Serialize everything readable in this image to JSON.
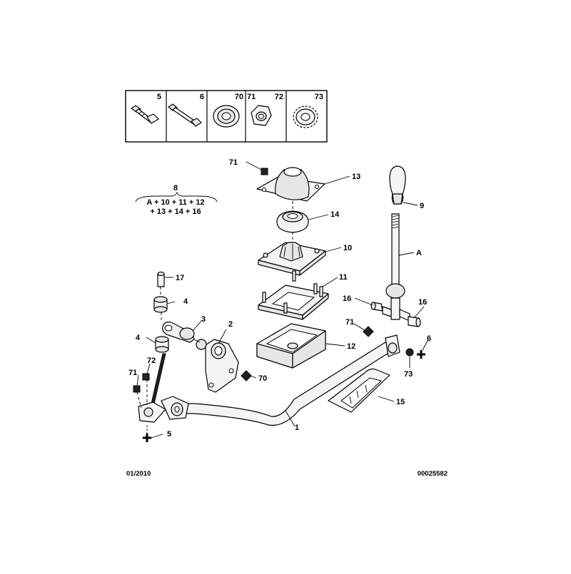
{
  "legend": {
    "items": [
      {
        "num": "5",
        "icon": "bolt-icon"
      },
      {
        "num": "6",
        "icon": "pin-icon"
      },
      {
        "num": "70",
        "icon": "bushing-icon"
      },
      {
        "num": "71",
        "icon": "nut-icon"
      },
      {
        "num": "72",
        "icon": "nut-icon"
      },
      {
        "num": "73",
        "icon": "serrated-washer-icon"
      }
    ]
  },
  "kit": {
    "num": "8",
    "line1": "A + 10 + 11 + 12",
    "line2": "+ 13 + 14 + 16"
  },
  "callouts": {
    "c1": "1",
    "c2": "2",
    "c3": "3",
    "c4a": "4",
    "c4b": "4",
    "c5": "5",
    "c6": "6",
    "c9": "9",
    "c10": "10",
    "c11": "11",
    "c12": "12",
    "c13": "13",
    "c14": "14",
    "c15": "15",
    "c16a": "16",
    "c16b": "16",
    "c17": "17",
    "c70": "70",
    "c71a": "71",
    "c71b": "71",
    "c71c": "71",
    "c72": "72",
    "c73": "73",
    "cA": "A"
  },
  "footer": {
    "date": "01/2010",
    "ref": "00025582"
  }
}
